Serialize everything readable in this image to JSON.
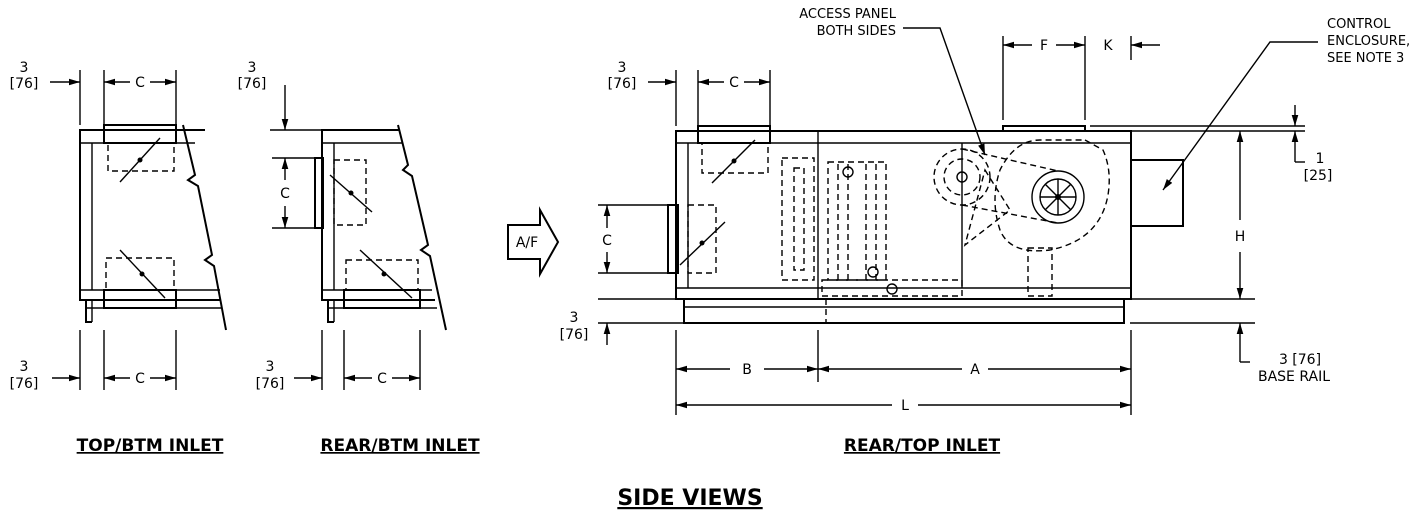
{
  "views": {
    "top_btm": {
      "title": "TOP/BTM INLET",
      "dim_top_num": "3",
      "dim_top_mm": "[76]",
      "dim_top_c": "C",
      "dim_bottom_num": "3",
      "dim_bottom_mm": "[76]",
      "dim_bottom_c": "C"
    },
    "rear_btm": {
      "title": "REAR/BTM INLET",
      "dim_top_num": "3",
      "dim_top_mm": "[76]",
      "dim_side_c": "C",
      "dim_bottom_num": "3",
      "dim_bottom_mm": "[76]",
      "dim_bottom_c": "C"
    },
    "rear_top": {
      "title": "REAR/TOP INLET",
      "dim_top_num": "3",
      "dim_top_mm": "[76]",
      "dim_top_c": "C",
      "dim_side_c": "C",
      "dim_low_num": "3",
      "dim_low_mm": "[76]",
      "dim_b": "B",
      "dim_a": "A",
      "dim_l": "L",
      "dim_f": "F",
      "dim_k": "K",
      "dim_h": "H",
      "dim_1_num": "1",
      "dim_1_mm": "[25]",
      "base_rail_line1": "3 [76]",
      "base_rail_line2": "BASE RAIL",
      "access_line1": "ACCESS PANEL",
      "access_line2": "BOTH SIDES",
      "control_line1": "CONTROL",
      "control_line2": "ENCLOSURE,",
      "control_line3": "SEE NOTE 3",
      "airflow_label": "A/F"
    }
  },
  "main_title": "SIDE VIEWS"
}
